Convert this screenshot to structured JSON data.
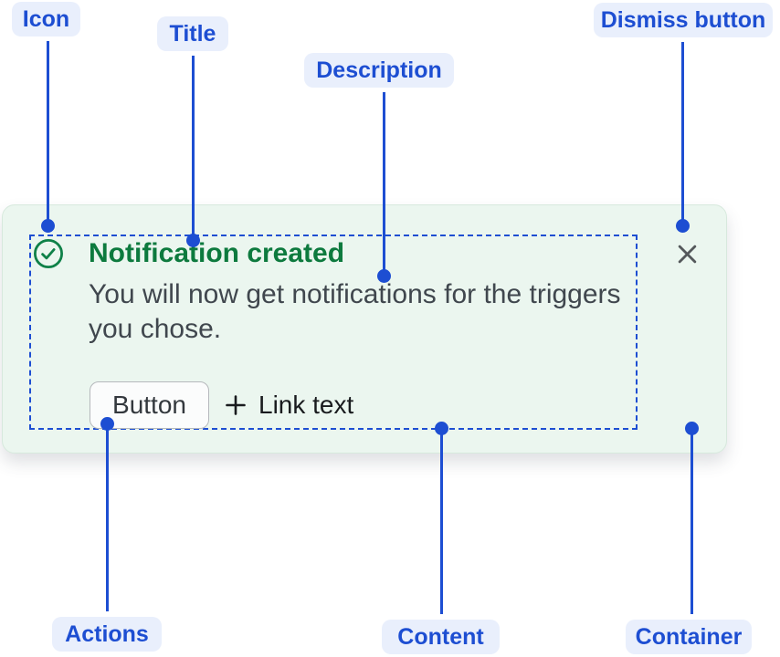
{
  "colors": {
    "accent_blue": "#1d4ed2",
    "pill_background": "#e9effc",
    "card_background": "#ebf6ef",
    "card_border": "#d7e9dd",
    "icon_green": "#0f8148",
    "title_green": "#0d7a3e",
    "description_gray": "#40474e",
    "link_black": "#191b1e",
    "close_gray": "#54585b"
  },
  "annotations": {
    "icon": "Icon",
    "title": "Title",
    "description": "Description",
    "dismiss_button": "Dismiss button",
    "actions": "Actions",
    "content": "Content",
    "container": "Container"
  },
  "alert": {
    "title": "Notification created",
    "description": "You will now get notifications for the triggers you chose.",
    "actions": {
      "button_label": "Button",
      "link_label": "Link text"
    }
  }
}
